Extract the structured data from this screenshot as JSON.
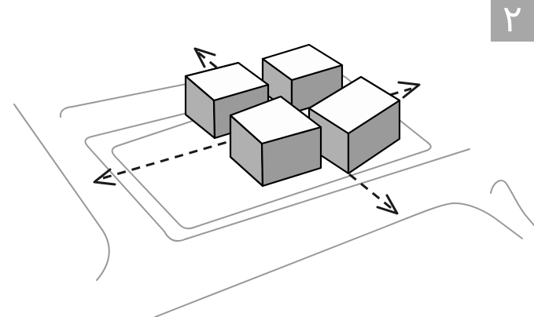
{
  "tab": {
    "label": "٢"
  },
  "colors": {
    "background": "#ffffff",
    "road": "#999999",
    "arrow": "#1a1a1a",
    "cube_top": "#fdfdfd",
    "cube_left": "#b0b0b0",
    "cube_right": "#9a9a9a",
    "cube_outline": "#000000",
    "tab_bg": "#a7a7a7",
    "tab_fg": "#ffffff"
  },
  "diagram": {
    "buildings_count": 4,
    "dashed_axes_count": 2
  }
}
